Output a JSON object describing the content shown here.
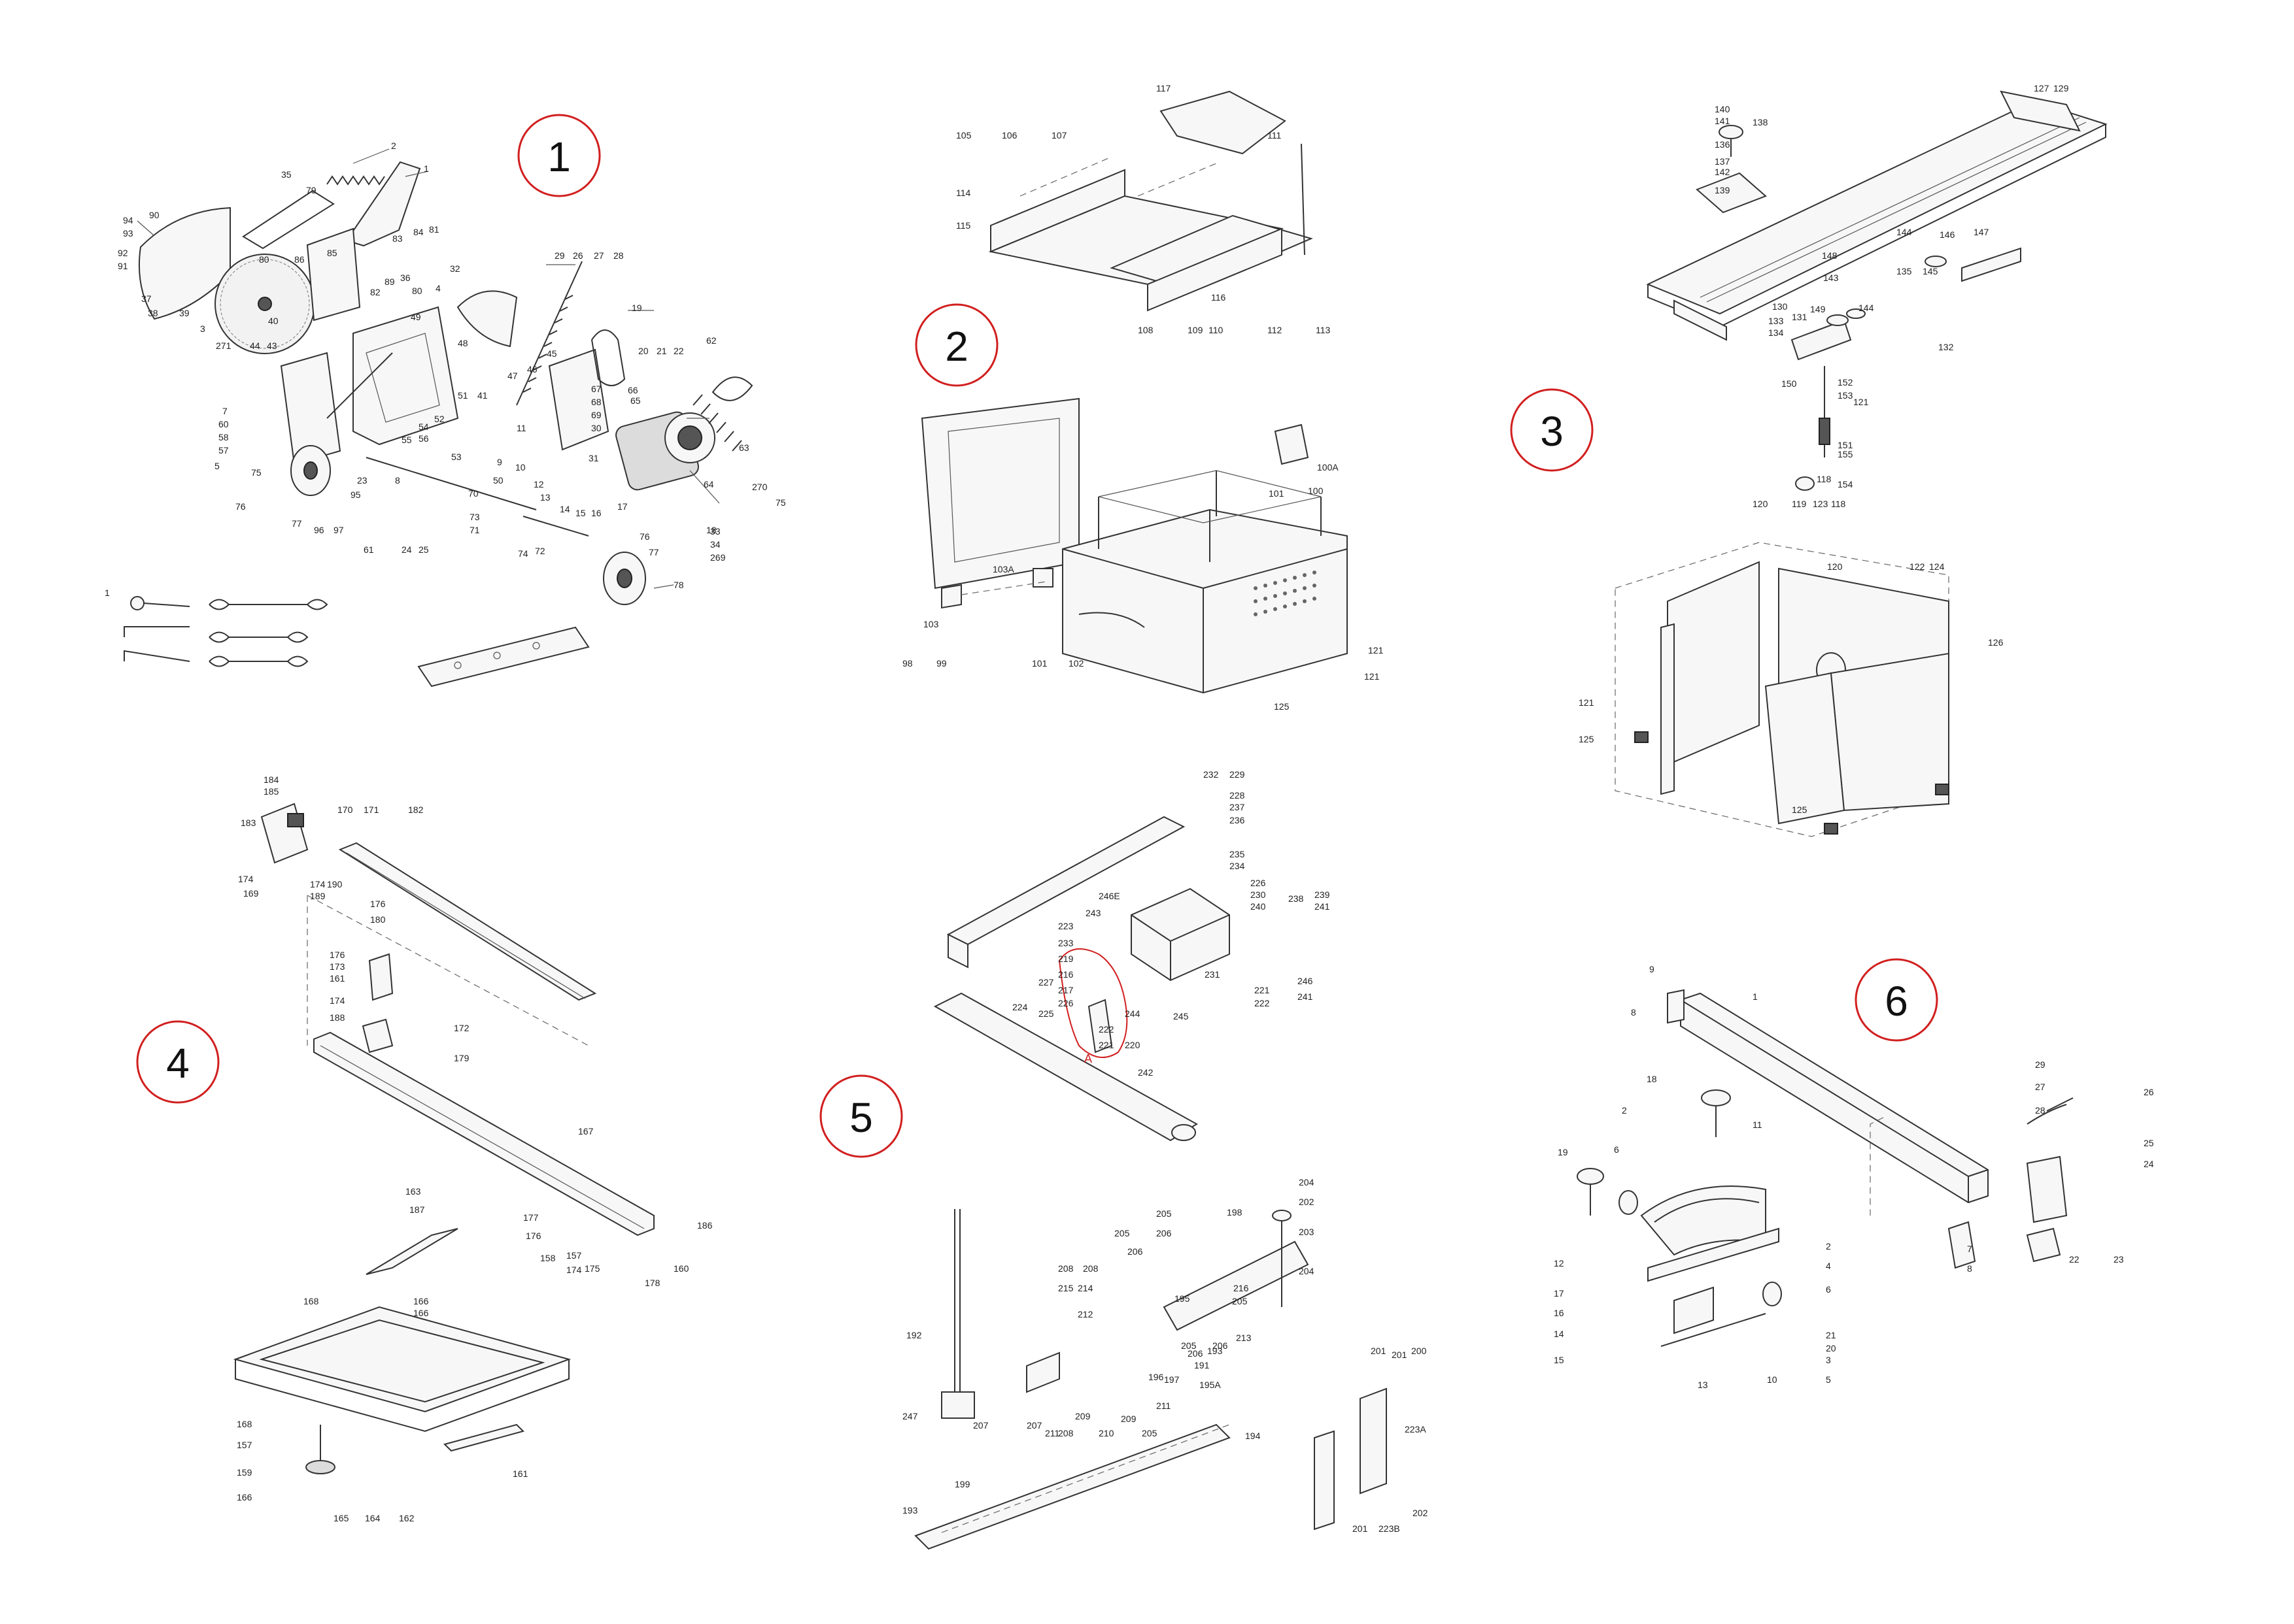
{
  "sections": [
    {
      "id": "1",
      "labels": [
        "2",
        "1",
        "35",
        "79",
        "90",
        "94",
        "93",
        "92",
        "91",
        "80",
        "85",
        "86",
        "83",
        "84",
        "81",
        "32",
        "29",
        "26",
        "27",
        "28",
        "19",
        "37",
        "38",
        "39",
        "3",
        "40",
        "271",
        "44",
        "43",
        "4",
        "36",
        "89",
        "80",
        "82",
        "49",
        "48",
        "41",
        "45",
        "47",
        "46",
        "20",
        "21",
        "22",
        "62",
        "63",
        "7",
        "60",
        "58",
        "57",
        "5",
        "75",
        "76",
        "77",
        "96",
        "97",
        "95",
        "23",
        "24",
        "25",
        "61",
        "55",
        "54",
        "56",
        "52",
        "53",
        "51",
        "50",
        "70",
        "73",
        "71",
        "74",
        "72",
        "8",
        "9",
        "10",
        "11",
        "12",
        "13",
        "14",
        "15",
        "16",
        "17",
        "18",
        "64",
        "65",
        "66",
        "67",
        "68",
        "69",
        "30",
        "31",
        "33",
        "34",
        "269",
        "270",
        "75",
        "76",
        "77",
        "78"
      ]
    },
    {
      "id": "2",
      "labels": [
        "117",
        "105",
        "106",
        "107",
        "111",
        "114",
        "115",
        "116",
        "108",
        "109",
        "110",
        "112",
        "113",
        "100A",
        "100",
        "101",
        "98",
        "99",
        "103",
        "103A",
        "101",
        "102",
        "121",
        "125",
        "121"
      ]
    },
    {
      "id": "3",
      "labels": [
        "140",
        "141",
        "138",
        "136",
        "137",
        "142",
        "139",
        "127",
        "129",
        "147",
        "143",
        "144",
        "145",
        "146",
        "148",
        "149",
        "144",
        "135",
        "150",
        "132",
        "130",
        "131",
        "133",
        "134",
        "152",
        "153",
        "151",
        "154",
        "155",
        "121",
        "118",
        "120",
        "119",
        "123",
        "118",
        "120",
        "122",
        "124",
        "121",
        "125",
        "126",
        "125"
      ]
    },
    {
      "id": "4",
      "labels": [
        "184",
        "185",
        "183",
        "170",
        "171",
        "182",
        "174",
        "169",
        "174",
        "190",
        "189",
        "176",
        "180",
        "176",
        "173",
        "161",
        "174",
        "188",
        "172",
        "179",
        "167",
        "163",
        "187",
        "177",
        "176",
        "157",
        "174",
        "175",
        "178",
        "186",
        "160",
        "158",
        "168",
        "166",
        "166",
        "168",
        "157",
        "159",
        "166",
        "165",
        "164",
        "162",
        "161"
      ]
    },
    {
      "id": "5",
      "labels": [
        "232",
        "229",
        "228",
        "237",
        "236",
        "235",
        "234",
        "246E",
        "223",
        "226",
        "238",
        "239",
        "230",
        "241",
        "240",
        "243",
        "233",
        "219",
        "216",
        "217",
        "227",
        "226",
        "225",
        "224",
        "231",
        "221",
        "222",
        "246",
        "241",
        "244",
        "222",
        "221",
        "220",
        "245",
        "242",
        "A",
        "198",
        "204",
        "202",
        "203",
        "205",
        "206",
        "205",
        "206",
        "208",
        "208",
        "215",
        "214",
        "212",
        "216",
        "195",
        "205",
        "213",
        "205",
        "206",
        "206",
        "191",
        "192",
        "247",
        "207",
        "207",
        "208",
        "211",
        "209",
        "210",
        "209",
        "205",
        "211",
        "197",
        "196",
        "195A",
        "193",
        "194",
        "193",
        "199",
        "201",
        "201",
        "200",
        "201",
        "223B",
        "223A",
        "202",
        "204"
      ]
    },
    {
      "id": "6",
      "labels": [
        "9",
        "8",
        "1",
        "18",
        "2",
        "11",
        "19",
        "6",
        "12",
        "17",
        "16",
        "14",
        "15",
        "13",
        "10",
        "3",
        "5",
        "20",
        "21",
        "6",
        "4",
        "2",
        "29",
        "26",
        "27",
        "28",
        "25",
        "24",
        "7",
        "8",
        "22",
        "23"
      ]
    }
  ]
}
